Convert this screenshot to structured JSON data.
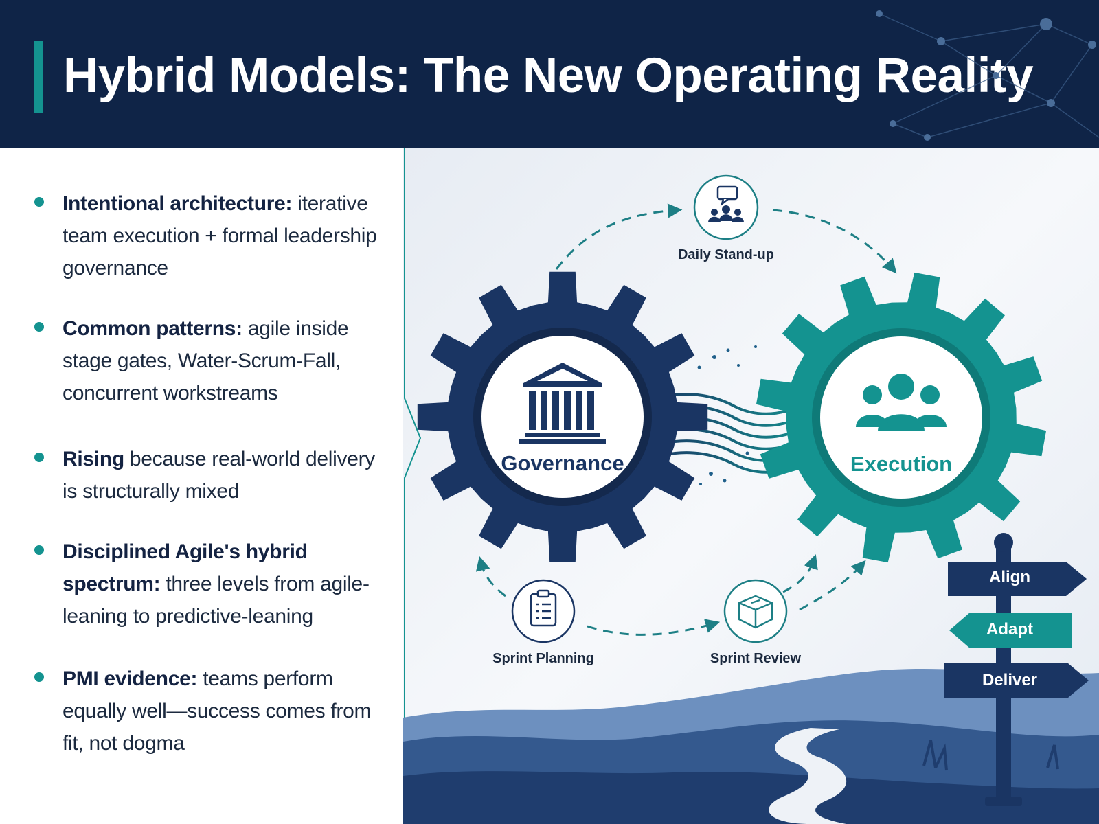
{
  "title": "Hybrid Models: The New Operating Reality",
  "colors": {
    "navy": "#1a3563",
    "teal": "#149390",
    "header_bg": "#0f2447"
  },
  "bullets": [
    {
      "bold": "Intentional architecture:",
      "rest": " iterative team execution + formal leadership governance"
    },
    {
      "bold": "Common patterns:",
      "rest": " agile inside stage gates, Water-Scrum-Fall, concurrent workstreams"
    },
    {
      "bold": "Rising",
      "rest": " because real-world delivery is structurally mixed"
    },
    {
      "bold": "Disciplined Agile's hybrid spectrum:",
      "rest": " three levels from agile-leaning to predictive-leaning"
    },
    {
      "bold": "PMI evidence:",
      "rest": " teams perform equally well—success comes from fit, not dogma"
    }
  ],
  "diagram": {
    "gears": [
      {
        "label": "Governance",
        "icon": "government-building-icon",
        "color": "#1a3563"
      },
      {
        "label": "Execution",
        "icon": "team-people-icon",
        "color": "#149390"
      }
    ],
    "ceremonies": [
      {
        "label": "Daily Stand-up",
        "icon": "team-chat-icon"
      },
      {
        "label": "Sprint Planning",
        "icon": "clipboard-icon"
      },
      {
        "label": "Sprint Review",
        "icon": "open-box-icon"
      }
    ],
    "signpost": [
      "Align",
      "Adapt",
      "Deliver"
    ]
  }
}
